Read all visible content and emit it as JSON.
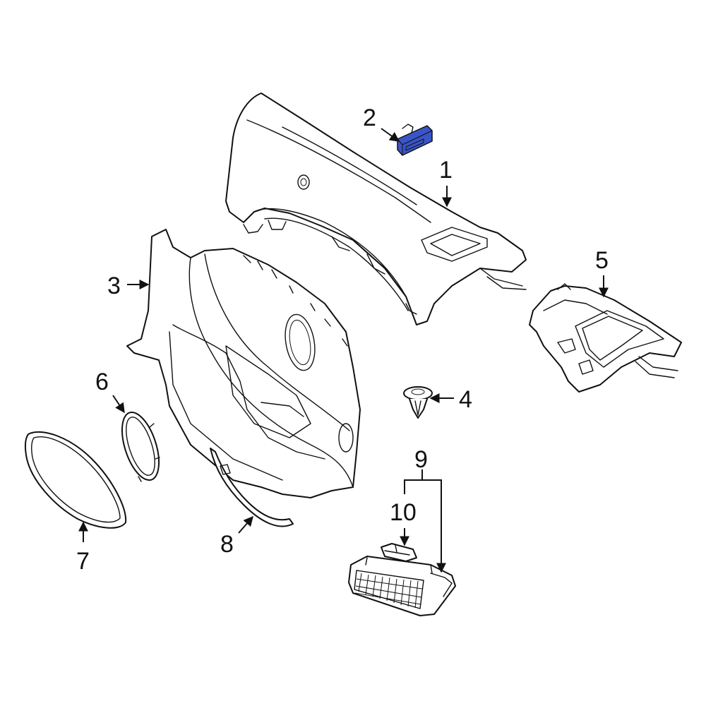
{
  "diagram": {
    "highlight_color": "#3a55c8",
    "line_color": "#111111",
    "background": "#ffffff",
    "callouts": [
      {
        "id": "c1",
        "text": "1"
      },
      {
        "id": "c2",
        "text": "2"
      },
      {
        "id": "c3",
        "text": "3"
      },
      {
        "id": "c4",
        "text": "4"
      },
      {
        "id": "c5",
        "text": "5"
      },
      {
        "id": "c6",
        "text": "6"
      },
      {
        "id": "c7",
        "text": "7"
      },
      {
        "id": "c8",
        "text": "8"
      },
      {
        "id": "c9",
        "text": "9"
      },
      {
        "id": "c10",
        "text": "10"
      }
    ]
  }
}
